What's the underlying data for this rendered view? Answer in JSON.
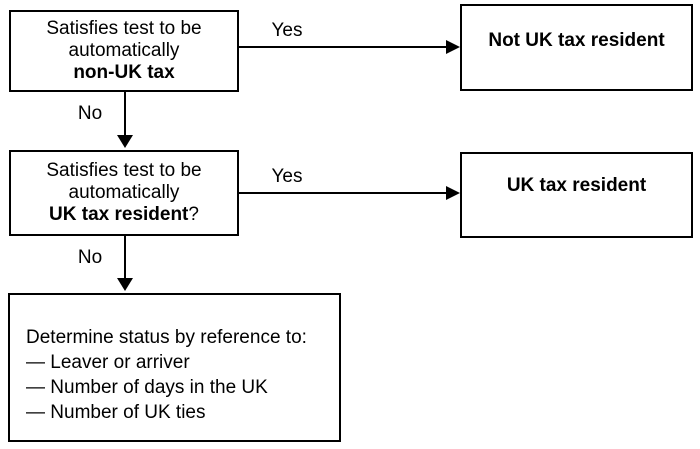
{
  "diagram": {
    "title_hint": "UK tax residency flowchart",
    "colors": {
      "background": "#ffffff",
      "line": "#000000",
      "text": "#000000"
    },
    "nodes": {
      "test_non_uk": {
        "line1": "Satisfies test to be",
        "line2": "automatically",
        "line3_bold": "non-UK tax"
      },
      "not_uk_resident": {
        "label": "Not UK tax resident"
      },
      "test_uk": {
        "line1": "Satisfies test to be",
        "line2": "automatically",
        "line3_bold": "UK tax resident",
        "line3_suffix": "?"
      },
      "uk_resident": {
        "label": "UK tax resident"
      },
      "determine": {
        "line1": "Determine status by reference to:",
        "items": [
          "— Leaver or arriver",
          "— Number of days in the UK",
          "— Number of UK ties"
        ]
      }
    },
    "edges": {
      "yes1": "Yes",
      "no1": "No",
      "yes2": "Yes",
      "no2": "No"
    }
  }
}
